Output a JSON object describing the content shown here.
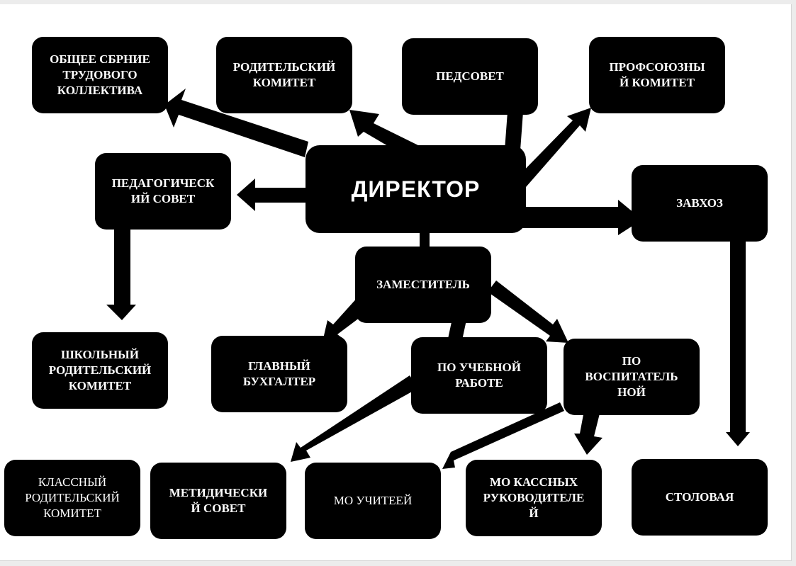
{
  "diagram": {
    "nodes": {
      "general_meeting": "ОБЩЕЕ СБРНИЕ\nТРУДОВОГО\nКОЛЛЕКТИВА",
      "parent_committee": "РОДИТЕЛЬСКИЙ\nКОМИТЕТ",
      "pedsovet": "ПЕДСОВЕТ",
      "trade_union": "ПРОФСОЮЗНЫ\nЙ КОМИТЕТ",
      "pedagogical_council": "ПЕДАГОГИЧЕСК\nИЙ СОВЕТ",
      "director": "ДИРЕКТОР",
      "zavhoz": "ЗАВХОЗ",
      "deputy": "ЗАМЕСТИТЕЛЬ",
      "school_parent_committee": "ШКОЛЬНЫЙ\nРОДИТЕЛЬСКИЙ\nКОМИТЕТ",
      "chief_accountant": "ГЛАВНЫЙ\nБУХГАЛТЕР",
      "academic_work": "ПО УЧЕБНОЙ\nРАБОТЕ",
      "educational_work": "ПО\nВОСПИТАТЕЛЬ\nНОЙ",
      "class_parent_committee": "КЛАССНЫЙ\nРОДИТЕЛЬСКИЙ\nКОМИТЕТ",
      "methodical_council": "МЕТИДИЧЕСКИ\nЙ СОВЕТ",
      "teachers_mo": "МО УЧИТЕЕЙ",
      "class_leaders_mo": "МО КАССНЫХ\nРУКОВОДИТЕЛЕ\nЙ",
      "canteen": "СТОЛОВАЯ"
    },
    "edges": [
      {
        "from": "director",
        "to": "general_meeting",
        "arrow": true
      },
      {
        "from": "director",
        "to": "parent_committee",
        "arrow": true
      },
      {
        "from": "director",
        "to": "pedsovet",
        "arrow": false
      },
      {
        "from": "director",
        "to": "trade_union",
        "arrow": true
      },
      {
        "from": "director",
        "to": "pedagogical_council",
        "arrow": true
      },
      {
        "from": "director",
        "to": "zavhoz",
        "arrow": true
      },
      {
        "from": "director",
        "to": "deputy",
        "arrow": false
      },
      {
        "from": "pedagogical_council",
        "to": "school_parent_committee",
        "arrow": true
      },
      {
        "from": "zavhoz",
        "to": "canteen",
        "arrow": true
      },
      {
        "from": "deputy",
        "to": "chief_accountant",
        "arrow": true
      },
      {
        "from": "deputy",
        "to": "academic_work",
        "arrow": false
      },
      {
        "from": "deputy",
        "to": "educational_work",
        "arrow": true
      },
      {
        "from": "academic_work",
        "to": "methodical_council",
        "arrow": true
      },
      {
        "from": "educational_work",
        "to": "teachers_mo",
        "arrow": true
      },
      {
        "from": "educational_work",
        "to": "class_leaders_mo",
        "arrow": true
      }
    ],
    "colors": {
      "box": "#000000",
      "text": "#ffffff",
      "arrow": "#000000"
    }
  }
}
